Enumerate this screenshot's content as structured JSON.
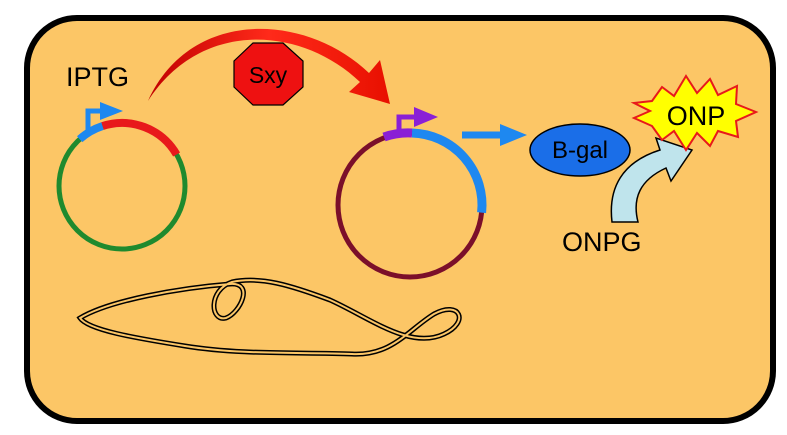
{
  "labels": {
    "inducer": "IPTG",
    "regulator": "Sxy",
    "enzyme": "B-gal",
    "product": "ONP",
    "substrate": "ONPG"
  },
  "colors": {
    "cell_fill": "#fcc666",
    "cell_border": "#000000",
    "plasmid1": "#1f8a2e",
    "plasmid2": "#7b0f2a",
    "gene_red": "#e8191b",
    "gene_blue": "#1e88f0",
    "promoter_purple": "#8a1fd6",
    "enzyme_fill": "#1a6ee8",
    "product_fill": "#ffff00",
    "product_border": "#e8191b",
    "substrate_arrow": "#bfe4ec",
    "stop_sign": "#ee1111"
  },
  "icons": {
    "promoter1": "bent-arrow-icon",
    "promoter2": "bent-arrow-icon",
    "regulator": "octagon-icon",
    "product": "starburst-icon",
    "chromosome": "tangled-dna-icon"
  }
}
